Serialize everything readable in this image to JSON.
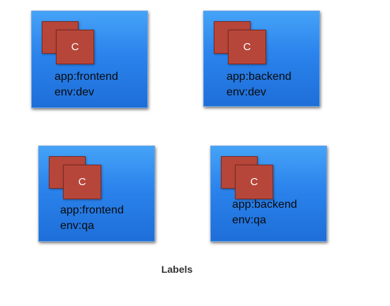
{
  "pods": [
    {
      "container_letter": "C",
      "labels": [
        "app:frontend",
        "env:dev"
      ]
    },
    {
      "container_letter": "C",
      "labels": [
        "app:backend",
        "env:dev"
      ]
    },
    {
      "container_letter": "C",
      "labels": [
        "app:frontend",
        "env:qa"
      ]
    },
    {
      "container_letter": "C",
      "labels": [
        "app:backend",
        "env:qa"
      ]
    }
  ],
  "caption": "Labels",
  "colors": {
    "pod_blue": "#2b83ec",
    "container_red": "#b6463a",
    "caption_text": "#333333"
  }
}
